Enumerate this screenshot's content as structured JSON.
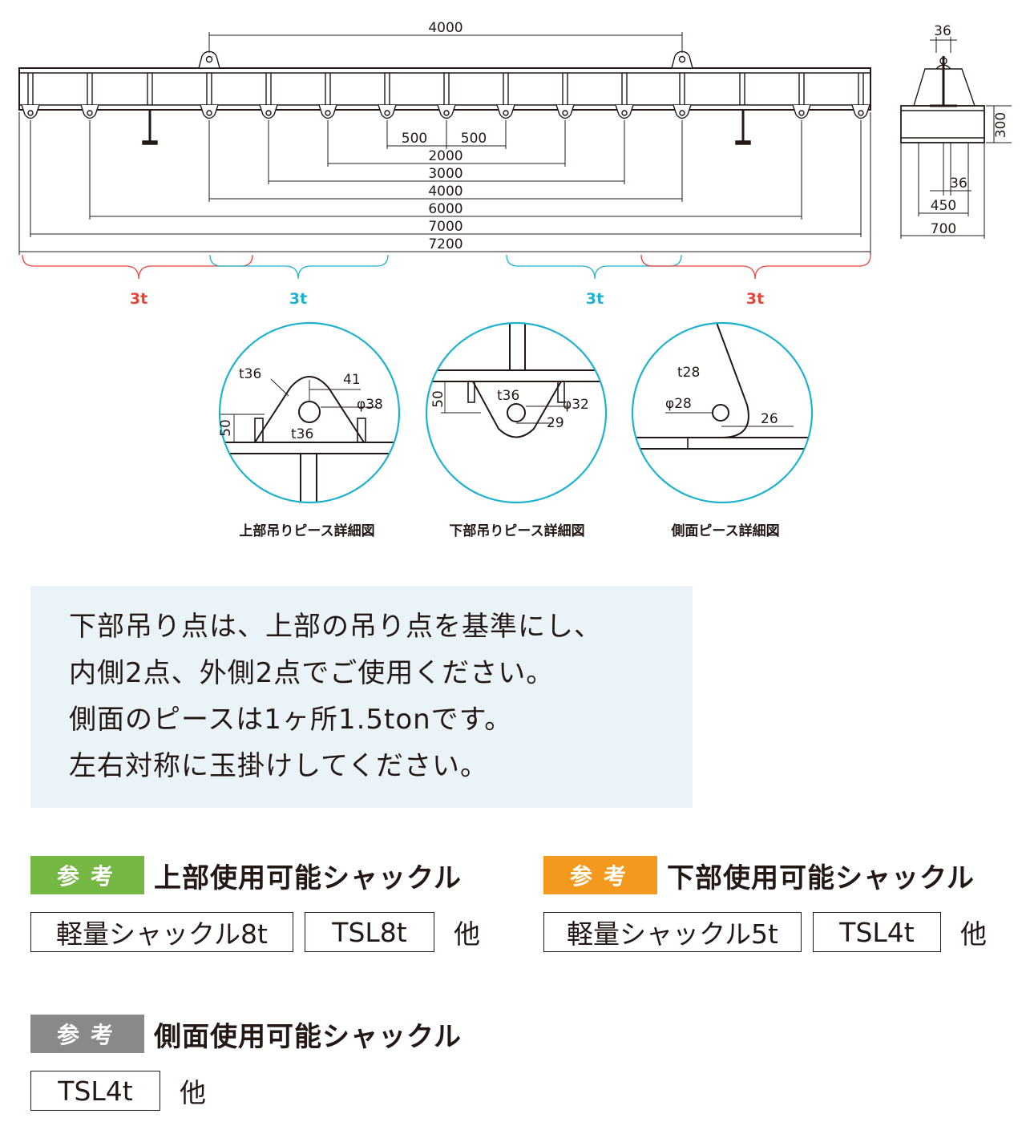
{
  "colors": {
    "line": "#231815",
    "red": "#e8453c",
    "cyan": "#1fb2cf",
    "green": "#74b843",
    "orange": "#f39a1e",
    "gray": "#898989",
    "note_bg": "#eaf4f8"
  },
  "diagram": {
    "top_dim": "4000",
    "bottom_dims": [
      "500",
      "500",
      "2000",
      "3000",
      "4000",
      "6000",
      "7000",
      "7200"
    ],
    "load_labels": [
      "3t",
      "3t",
      "3t",
      "3t"
    ],
    "side_view": {
      "top": "36",
      "height": "300",
      "inner": "36",
      "mid": "450",
      "width": "700"
    },
    "details": [
      {
        "caption": "上部吊りピース詳細図",
        "labels": [
          "t36",
          "41",
          "φ38",
          "50",
          "t36"
        ]
      },
      {
        "caption": "下部吊りピース詳細図",
        "labels": [
          "50",
          "t36",
          "φ32",
          "29"
        ]
      },
      {
        "caption": "側面ピース詳細図",
        "labels": [
          "t28",
          "φ28",
          "26"
        ]
      }
    ]
  },
  "note": {
    "lines": [
      "下部吊り点は、上部の吊り点を基準にし、",
      "内側2点、外側2点でご使用ください。",
      "側面のピースは1ヶ所1.5tonです。",
      "左右対称に玉掛けしてください。"
    ]
  },
  "references": [
    {
      "tag": "参考",
      "title": "上部使用可能シャックル",
      "items": [
        "軽量シャックル8t",
        "TSL8t"
      ],
      "etc": "他",
      "color": "#74b843"
    },
    {
      "tag": "参考",
      "title": "下部使用可能シャックル",
      "items": [
        "軽量シャックル5t",
        "TSL4t"
      ],
      "etc": "他",
      "color": "#f39a1e"
    },
    {
      "tag": "参考",
      "title": "側面使用可能シャックル",
      "items": [
        "TSL4t"
      ],
      "etc": "他",
      "color": "#898989"
    }
  ]
}
